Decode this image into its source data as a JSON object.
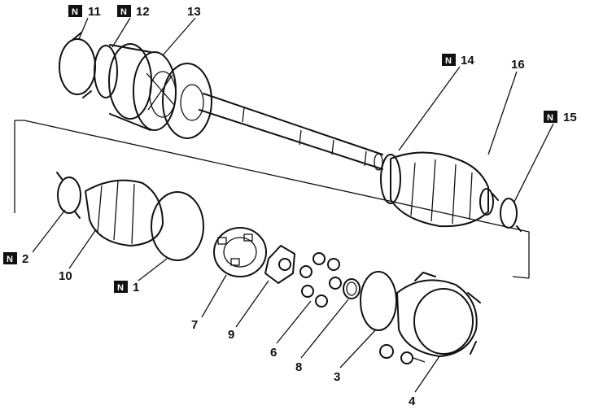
{
  "diagram": {
    "badge_letter": "N",
    "labels": {
      "p1": "1",
      "p2": "2",
      "p3": "3",
      "p4": "4",
      "p6": "6",
      "p7": "7",
      "p8": "8",
      "p9": "9",
      "p10": "10",
      "p11": "11",
      "p12": "12",
      "p13": "13",
      "p14": "14",
      "p15": "15",
      "p16": "16"
    }
  }
}
